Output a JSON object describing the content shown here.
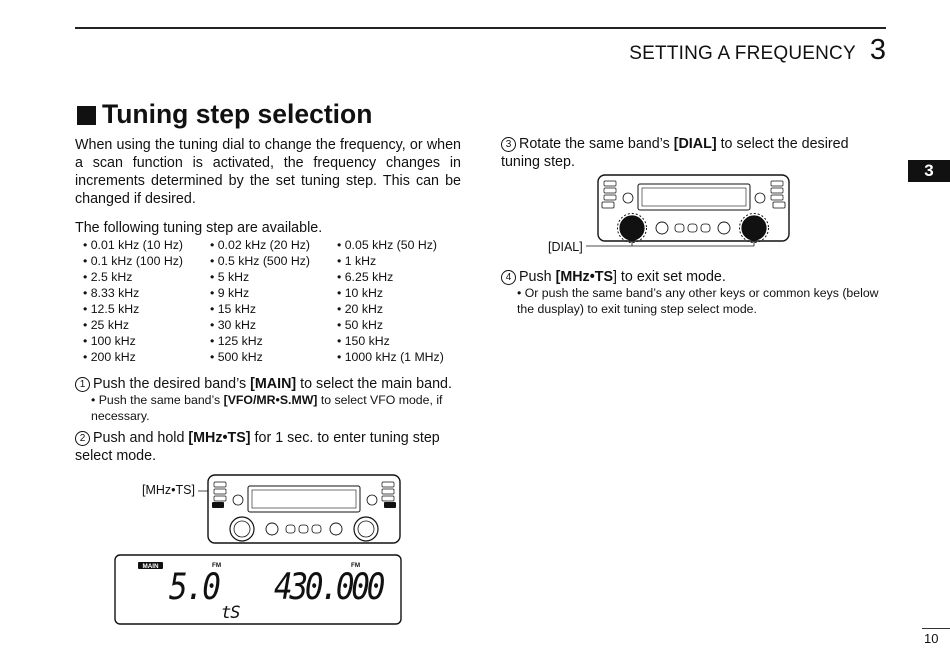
{
  "header": {
    "title": "SETTING A FREQUENCY",
    "chapter": "3"
  },
  "side_tab": "3",
  "section": {
    "title": "Tuning step selection"
  },
  "intro": "When using the tuning dial to change the frequency, or when a scan function is activated, the frequency changes in increments determined by the set tuning step. This can be changed if desired.",
  "available_label": "The following tuning step are available.",
  "tuning_steps": [
    "• 0.01 kHz (10 Hz)",
    "• 0.02 kHz (20 Hz)",
    "• 0.05 kHz (50 Hz)",
    "• 0.1 kHz (100 Hz)",
    "• 0.5 kHz (500 Hz)",
    "• 1 kHz",
    "• 2.5 kHz",
    "• 5 kHz",
    "• 6.25 kHz",
    "• 8.33 kHz",
    "• 9 kHz",
    "• 10 kHz",
    "• 12.5 kHz",
    "• 15 kHz",
    "• 20 kHz",
    "• 25 kHz",
    "• 30 kHz",
    "• 50 kHz",
    "• 100 kHz",
    "• 125 kHz",
    "• 150 kHz",
    "• 200 kHz",
    "• 500 kHz",
    "• 1000 kHz (1 MHz)"
  ],
  "steps": {
    "s1": {
      "num": "1",
      "pre": "Push the desired band’s ",
      "key": "[MAIN]",
      "post": " to select the main band."
    },
    "s1_note": {
      "pre": "• Push the same band’s ",
      "key": "[VFO/MR•S.MW]",
      "post": " to select VFO mode, if necessary."
    },
    "s2": {
      "num": "2",
      "pre": "Push and hold ",
      "key": "[MHz•TS]",
      "post": " for 1 sec. to enter tuning step select mode."
    },
    "s3": {
      "num": "3",
      "pre": "Rotate the same band’s ",
      "key": "[DIAL]",
      "post": " to select the desired tuning step."
    },
    "s4": {
      "num": "4",
      "pre": "Push ",
      "key": "[MHz•TS",
      "post": "] to exit set mode."
    },
    "s4_note": "• Or push the same band’s any other keys or common keys (below the  dusplay) to exit tuning step select mode."
  },
  "callouts": {
    "mhz_ts": "[MHz•TS]",
    "dial": "[DIAL]"
  },
  "display": {
    "main_badge": "MAIN",
    "left_mode": "FM",
    "right_mode": "FM",
    "left_value": "5.0",
    "right_value": "430.000",
    "sub_indicator": "tS"
  },
  "page_number": "10"
}
